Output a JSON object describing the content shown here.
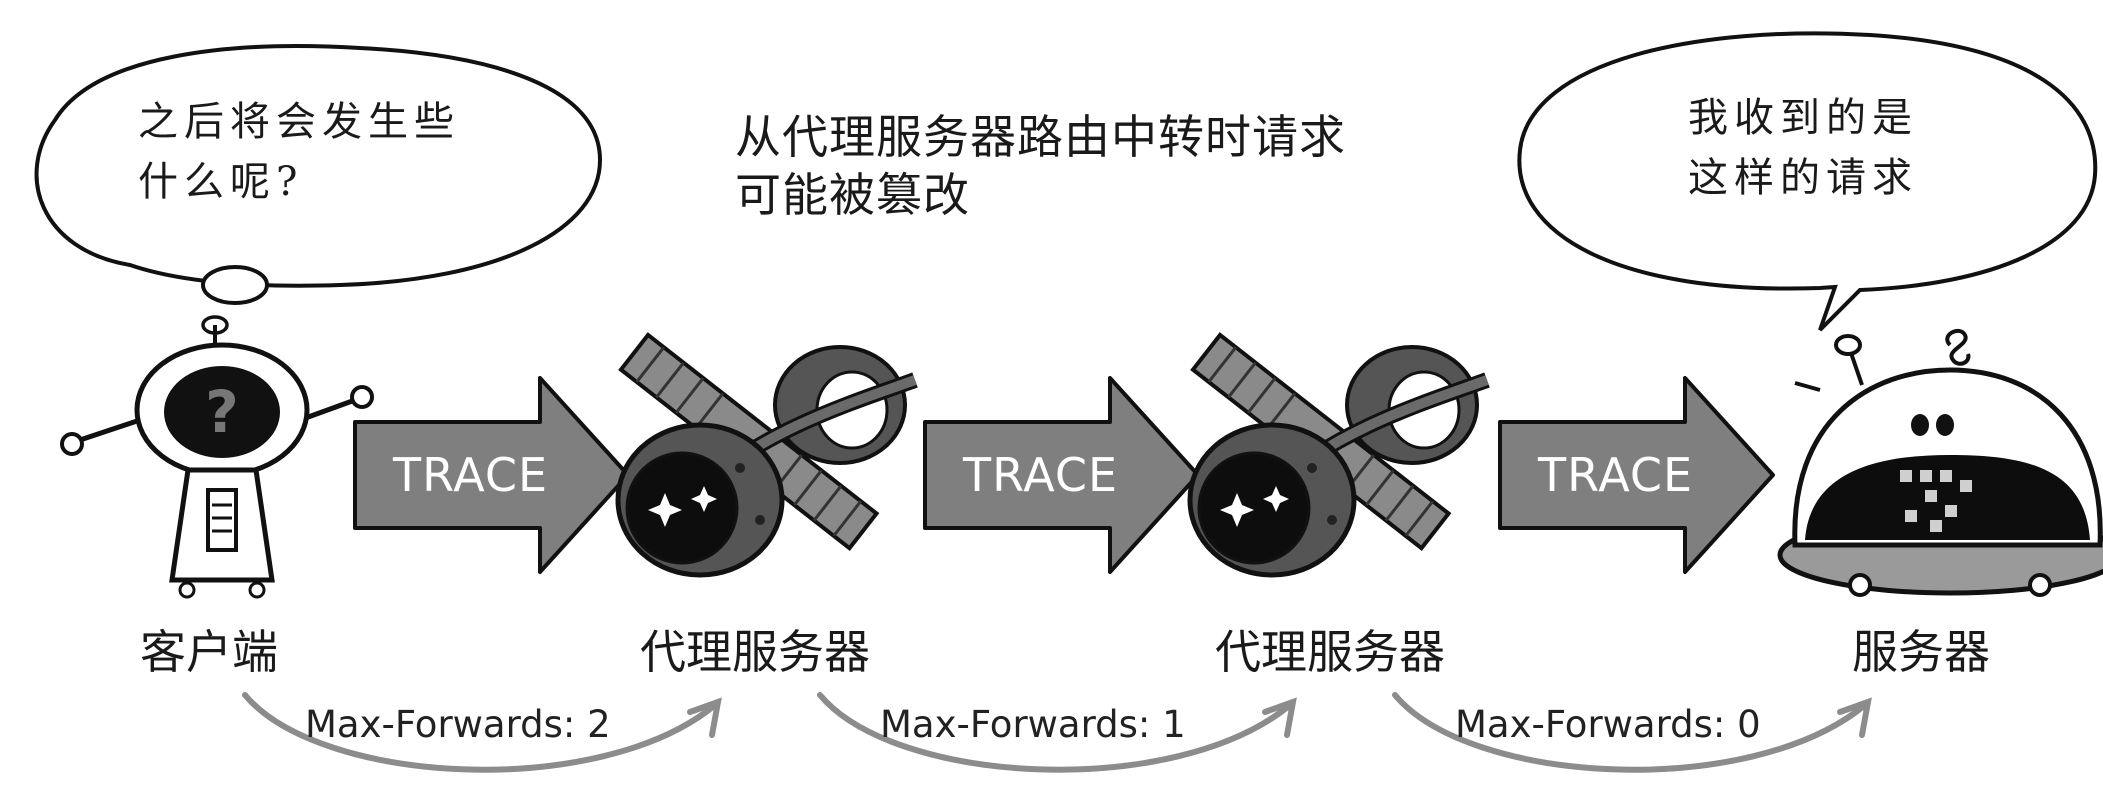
{
  "client_bubble": {
    "line1": "之后将会发生些",
    "line2": "什么呢?"
  },
  "server_bubble": {
    "line1": "我收到的是",
    "line2": "这样的请求"
  },
  "caption": {
    "line1": "从代理服务器路由中转时请求",
    "line2": "可能被篡改"
  },
  "nodes": {
    "client": "客户端",
    "proxy1": "代理服务器",
    "proxy2": "代理服务器",
    "server": "服务器"
  },
  "arrows": [
    "TRACE",
    "TRACE",
    "TRACE"
  ],
  "max_forwards": [
    "Max-Forwards: 2",
    "Max-Forwards: 1",
    "Max-Forwards: 0"
  ],
  "colors": {
    "arrow_fill": "#7f7f7f",
    "curve": "#8c8c8c",
    "ink": "#1a1a1a",
    "dark": "#111111"
  }
}
